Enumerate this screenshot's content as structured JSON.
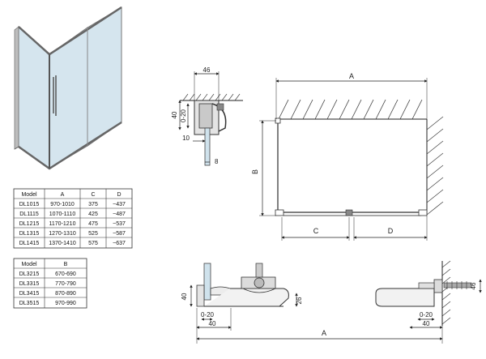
{
  "dimensions": {
    "top_A": "A",
    "side_B": "B",
    "bottom_C": "C",
    "bottom_D": "D",
    "lower_A": "A",
    "detail_46_top": "46",
    "detail_40_left": "40",
    "detail_0_20": "0-20",
    "detail_10": "10",
    "detail_8": "8",
    "profile_40_left": "40",
    "profile_0_20_left": "0-20",
    "profile_40_bottom": "40",
    "profile_26": "26",
    "profile_0_20_right": "0-20",
    "profile_40_right": "40",
    "profile_46_right": "46"
  },
  "table_1": {
    "headers": [
      "Model",
      "A",
      "C",
      "D"
    ],
    "rows": [
      [
        "DL1015",
        "970-1010",
        "375",
        "~437"
      ],
      [
        "DL1115",
        "1070-1110",
        "425",
        "~487"
      ],
      [
        "DL1215",
        "1170-1210",
        "475",
        "~537"
      ],
      [
        "DL1315",
        "1270-1310",
        "525",
        "~587"
      ],
      [
        "DL1415",
        "1370-1410",
        "575",
        "~637"
      ]
    ]
  },
  "table_2": {
    "headers": [
      "Model",
      "B"
    ],
    "rows": [
      [
        "DL3215",
        "670-690"
      ],
      [
        "DL3315",
        "770-790"
      ],
      [
        "DL3415",
        "870-890"
      ],
      [
        "DL3515",
        "970-990"
      ]
    ]
  },
  "colors": {
    "glass": "#cfe2ec",
    "frame": "#555555",
    "line": "#222222"
  }
}
